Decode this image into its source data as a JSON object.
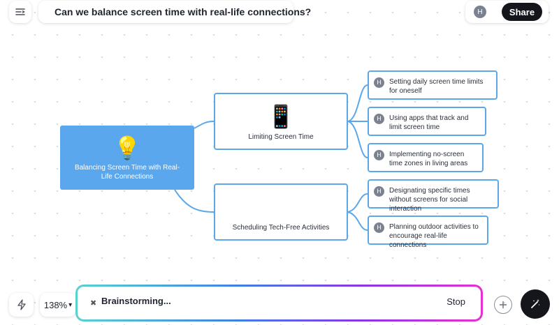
{
  "header": {
    "title": "Can we balance screen time with real-life connections?",
    "avatar_initial": "H",
    "share_label": "Share"
  },
  "mindmap": {
    "root": {
      "emoji": "💡",
      "label": "Balancing Screen Time with Real-Life Connections"
    },
    "branches": [
      {
        "emoji": "📱",
        "label": "Limiting Screen Time",
        "leaves": [
          {
            "avatar": "H",
            "text": "Setting daily screen time limits for oneself"
          },
          {
            "avatar": "H",
            "text": "Using apps that track and limit screen time"
          },
          {
            "avatar": "H",
            "text": "Implementing no-screen time zones in living areas"
          }
        ]
      },
      {
        "emoji": "",
        "label": "Scheduling Tech-Free Activities",
        "leaves": [
          {
            "avatar": "H",
            "text": "Designating specific times without screens for social interaction"
          },
          {
            "avatar": "H",
            "text": "Planning outdoor activities to encourage real-life connections"
          }
        ]
      }
    ]
  },
  "footer": {
    "zoom_label": "138%",
    "zoom_caret": "▾",
    "status_icon": "✖",
    "status_text": "Brainstorming...",
    "stop_label": "Stop"
  },
  "colors": {
    "node_border": "#5ba7e8",
    "root_fill": "#5ba7ee",
    "share_button": "#14161c",
    "gradient": [
      "#58d2cf",
      "#3f7fe5",
      "#8b34e8",
      "#e82fd2"
    ]
  },
  "icons": {
    "menu": "sidebar-toggle-icon",
    "logo": "app-logo",
    "bolt": "lightning-icon",
    "plus": "plus-circle-icon",
    "magic": "magic-wand-icon"
  }
}
